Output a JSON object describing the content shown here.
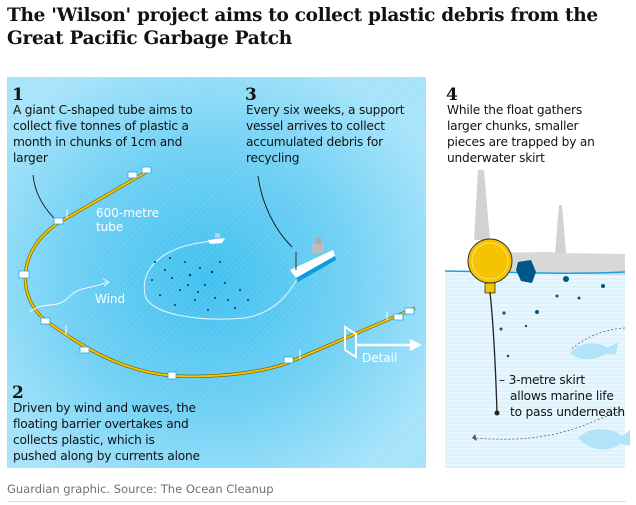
{
  "title": "The 'Wilson' project aims to collect plastic debris from the Great Pacific Garbage Patch",
  "steps": [
    {
      "number": "1",
      "lines": [
        "A giant C-shaped tube aims to",
        "collect five tonnes of plastic a",
        "month in chunks of 1cm and",
        "larger"
      ]
    },
    {
      "number": "2",
      "lines": [
        "Driven by wind and waves, the",
        "floating barrier overtakes and",
        "collects plastic, which is",
        "pushed along by currents alone"
      ]
    },
    {
      "number": "3",
      "lines": [
        "Every six weeks, a support",
        "vessel arrives to collect",
        "accumulated debris for",
        "recycling"
      ]
    },
    {
      "number": "4",
      "lines": [
        "While the float gathers",
        "larger chunks, smaller",
        "pieces are trapped by an",
        "underwater skirt"
      ]
    }
  ],
  "labels": {
    "tube": [
      "600-metre",
      "tube"
    ],
    "wind": "Wind",
    "detail": "Detail",
    "skirt": [
      "– 3-metre skirt",
      "allows marine life",
      "to pass underneath"
    ]
  },
  "colors": {
    "ocean": "#6fd0f4",
    "tube": "#f5c400",
    "debris": "#005689",
    "water_detail": "#e4f5fc"
  },
  "footer": "Guardian graphic. Source: The Ocean Cleanup"
}
